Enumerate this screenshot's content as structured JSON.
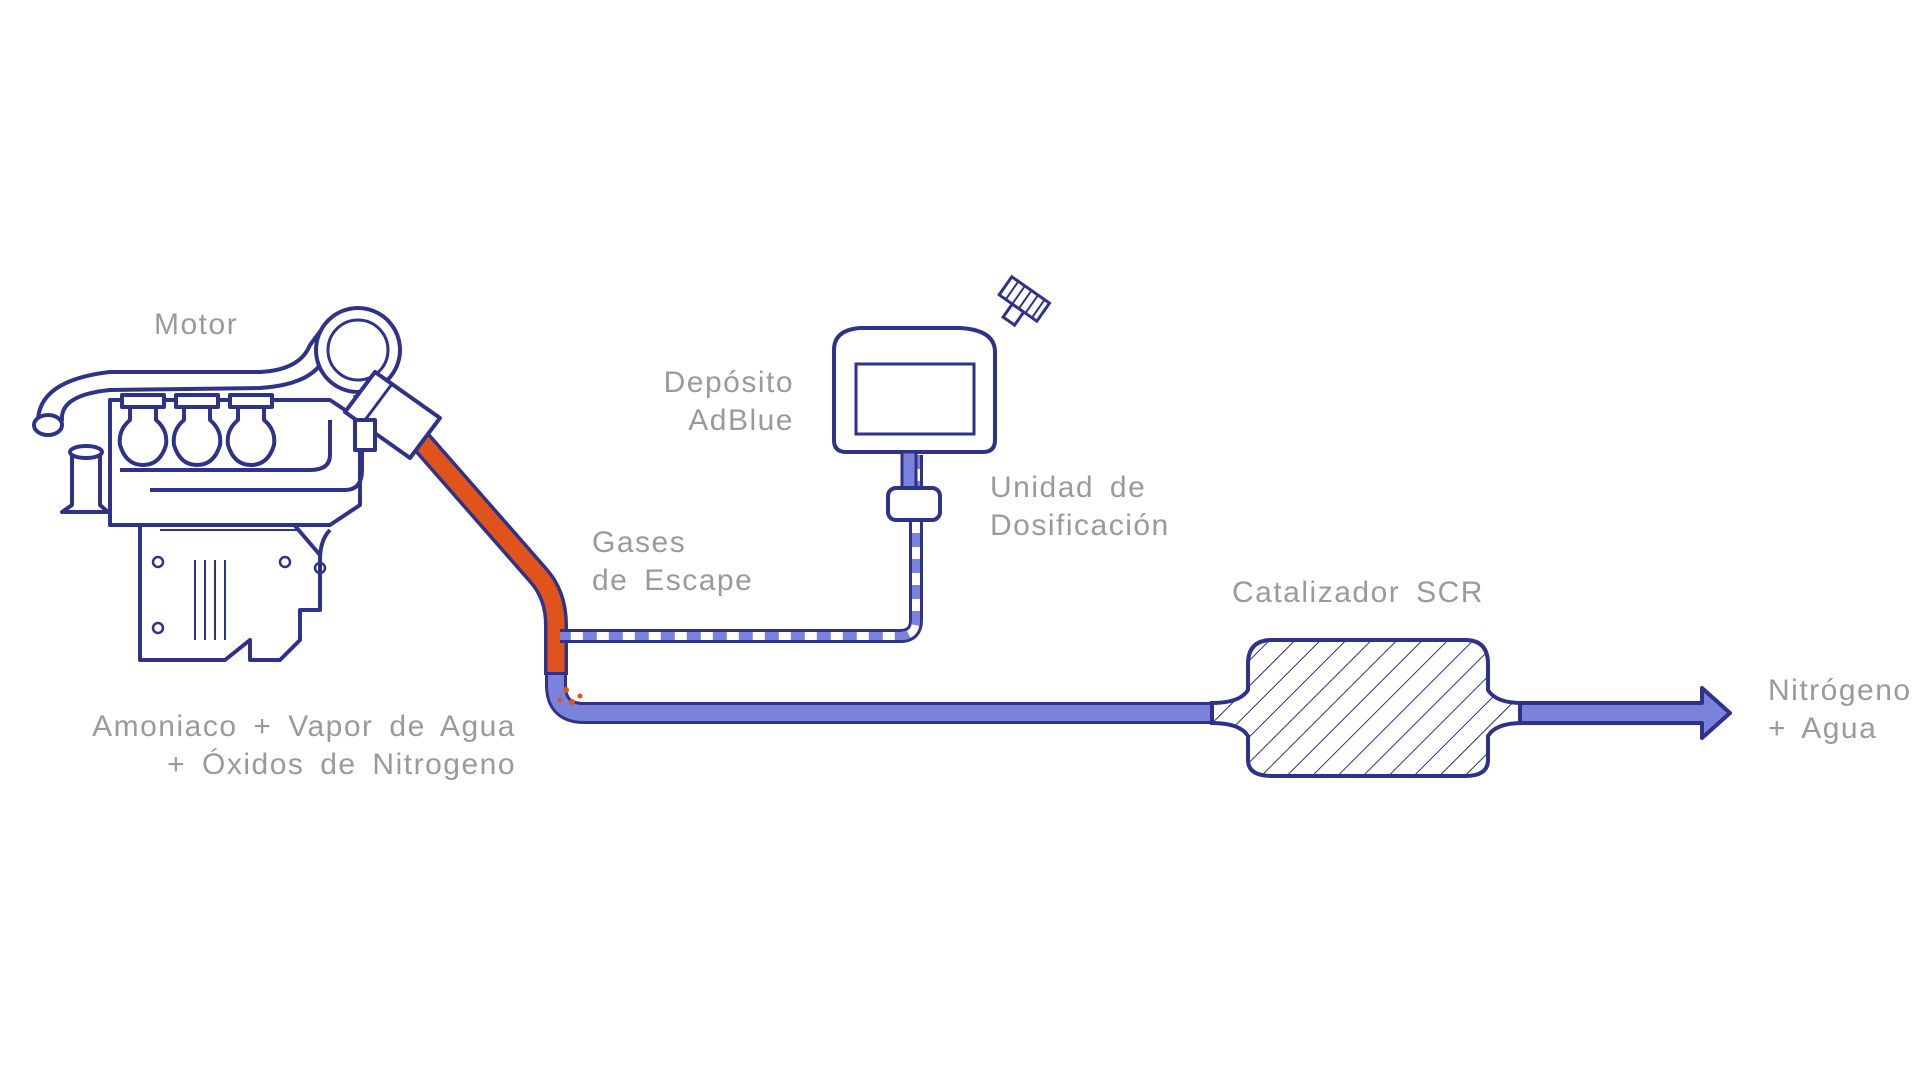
{
  "colors": {
    "outline": "#2e3288",
    "fill_blue": "#7b82dc",
    "hot_gas": "#e0541c",
    "label": "#9a9a9a",
    "background": "#ffffff"
  },
  "labels": {
    "motor": "Motor",
    "deposito": [
      "Depósito",
      "AdBlue"
    ],
    "unidad": [
      "Unidad de",
      "Dosificación"
    ],
    "gases": [
      "Gases",
      "de Escape"
    ],
    "catalizador": "Catalizador SCR",
    "salida": [
      "Nitrógeno",
      "+ Agua"
    ],
    "mezcla": [
      "Amoniaco + Vapor de Agua",
      "+ Óxidos de Nitrogeno"
    ]
  },
  "icons": [
    "engine-icon",
    "adblue-tank-icon",
    "dosing-unit-icon",
    "catalyst-icon",
    "flow-arrow-icon"
  ]
}
